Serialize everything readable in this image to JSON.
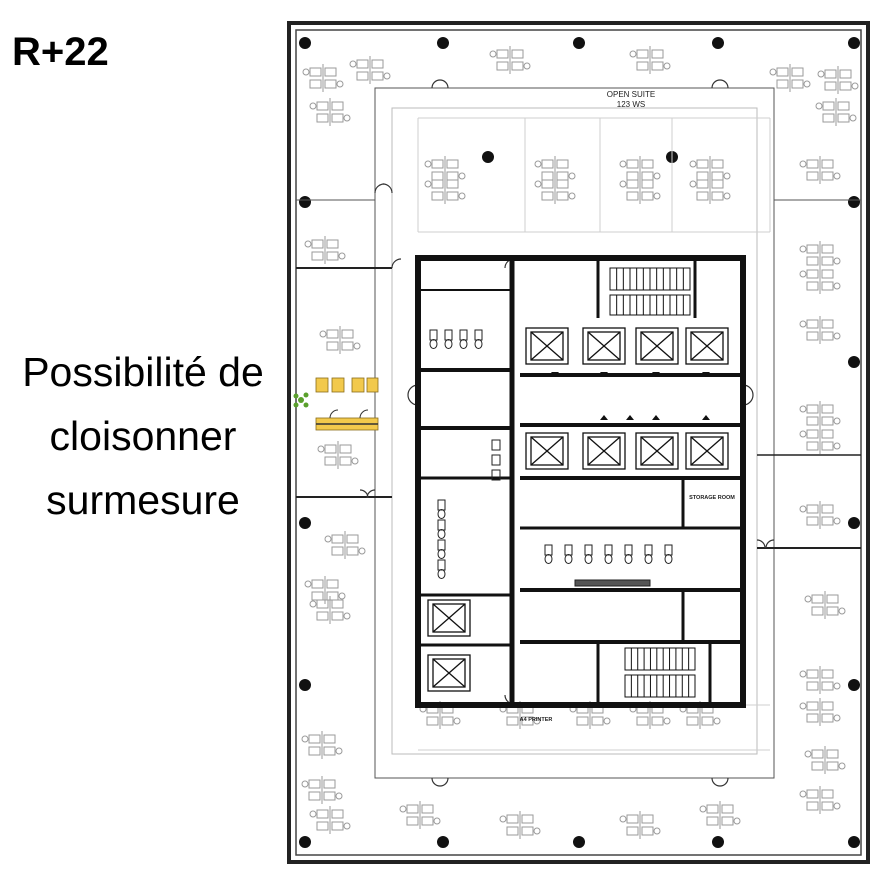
{
  "floor": {
    "label": "R+22"
  },
  "note": {
    "lines": [
      "Possibilité de",
      "cloisonner",
      "surmesure"
    ]
  },
  "plan": {
    "suite_title": "OPEN SUITE",
    "suite_capacity": "123 WS",
    "storage_label": "STORAGE ROOM",
    "printer_label": "A4 PRINTER"
  },
  "colors": {
    "walls": "#000000",
    "furniture": "#9a9a9a",
    "highlight": "#f2c94c",
    "plant": "#5aa02c"
  }
}
